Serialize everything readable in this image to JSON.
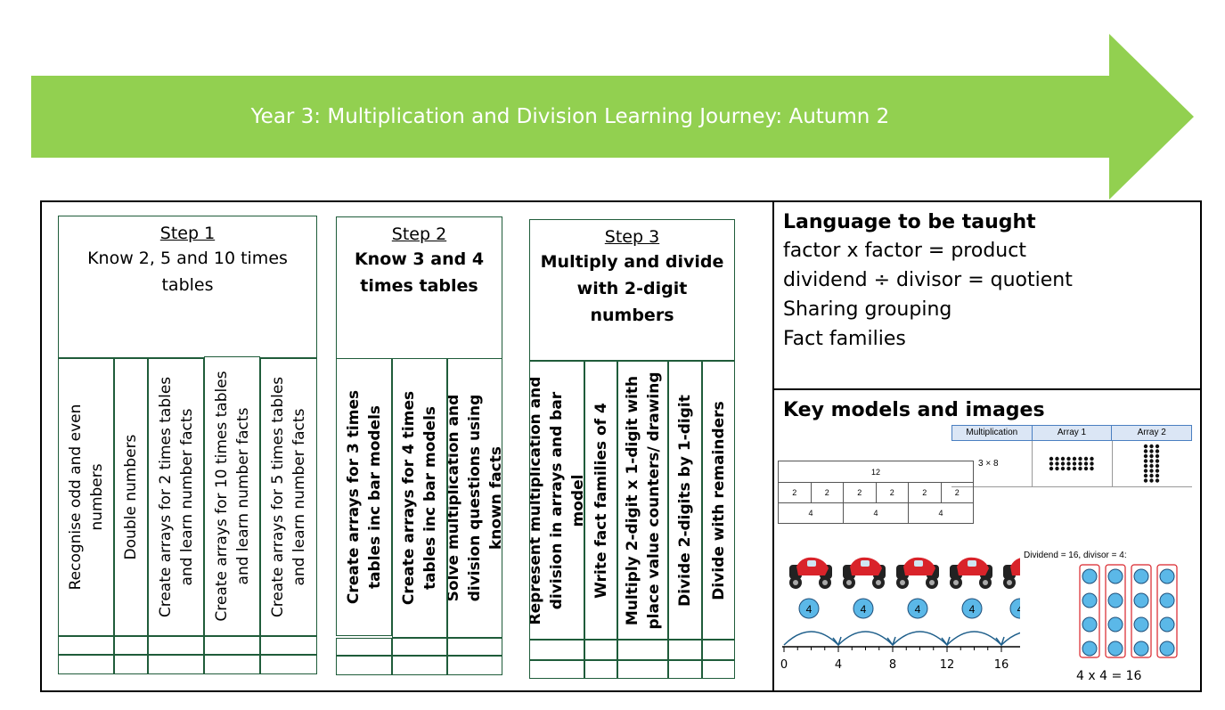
{
  "header": {
    "title": "Year 3: Multiplication and Division Learning Journey: Autumn 2",
    "color": "#92d050"
  },
  "steps": [
    {
      "title": "Step 1",
      "description": "Know 2, 5 and 10 times tables",
      "columns": [
        "Recognise odd and even numbers",
        "Double numbers",
        "Create arrays for 2 times tables and learn number facts",
        "Create arrays for 10   times tables and learn number facts",
        "Create arrays for 5 times tables and learn number facts"
      ]
    },
    {
      "title": "Step 2",
      "description": "Know 3 and 4 times tables",
      "columns": [
        "Create arrays for 3 times tables inc bar models",
        "Create arrays for 4 times tables inc bar models",
        "Solve multiplication and division questions using known facts"
      ]
    },
    {
      "title": "Step 3",
      "description": "Multiply and divide with 2-digit numbers",
      "columns": [
        "Represent multiplication and division in arrays and bar model",
        "Write fact families of 4",
        "Multiply 2-digit x 1-digit with place value counters/ drawing",
        "Divide 2-digits by 1-digit",
        "Divide with remainders"
      ]
    }
  ],
  "language": {
    "heading": "Language to be taught",
    "lines": [
      "factor x factor = product",
      "dividend ÷ divisor = quotient",
      "Sharing grouping",
      "Fact families"
    ]
  },
  "models": {
    "heading": "Key models and images",
    "array_table": {
      "headers": [
        "Multiplication",
        "Array 1",
        "Array 2"
      ],
      "row_label": "3 × 8"
    },
    "bar_model": {
      "total": "12",
      "twos": [
        "2",
        "2",
        "2",
        "2",
        "2",
        "2"
      ],
      "fours": [
        "4",
        "4",
        "4"
      ]
    },
    "number_line": {
      "ticks": [
        "0",
        "4",
        "8",
        "12",
        "16"
      ],
      "counter_label": "4",
      "counter_color": "#5bb8e8"
    },
    "division": {
      "caption": "Dividend = 16, divisor = 4:",
      "equation": "4 x 4 = 16"
    }
  }
}
